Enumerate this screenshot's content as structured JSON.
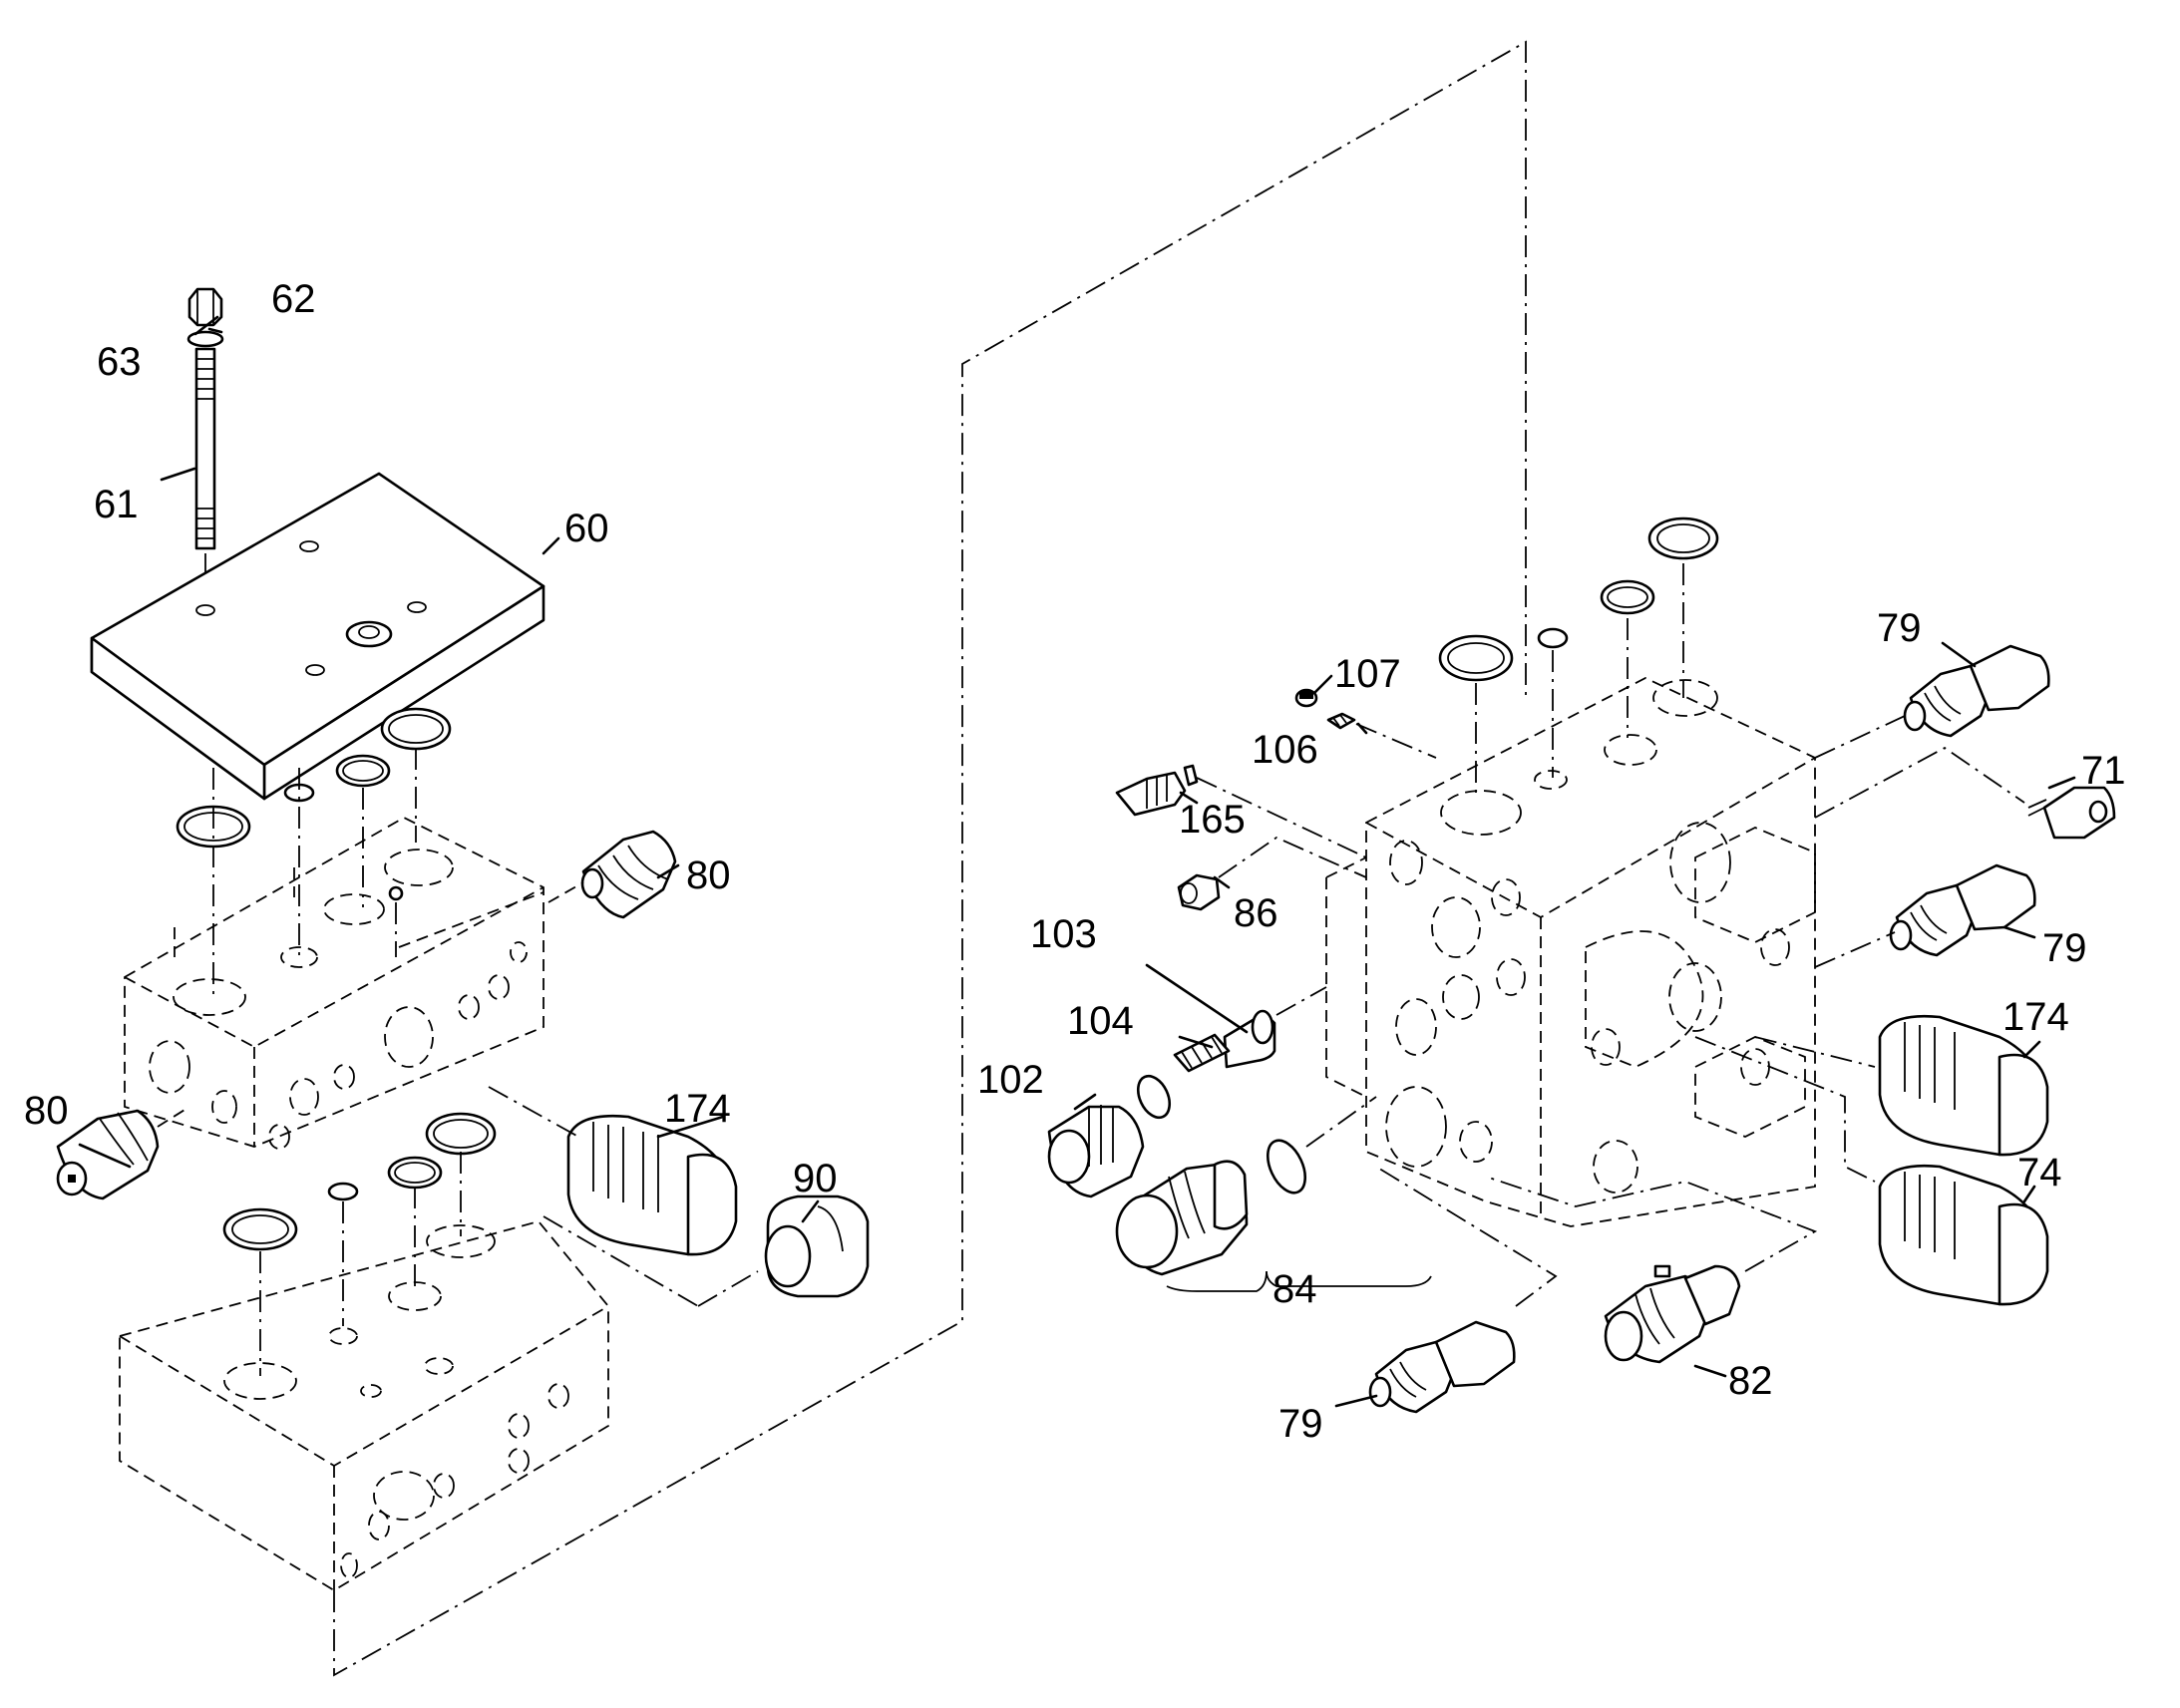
{
  "callouts": [
    {
      "id": "c61",
      "text": "61"
    },
    {
      "id": "c62",
      "text": "62"
    },
    {
      "id": "c63",
      "text": "63"
    },
    {
      "id": "c60",
      "text": "60"
    },
    {
      "id": "c80a",
      "text": "80"
    },
    {
      "id": "c80b",
      "text": "80"
    },
    {
      "id": "c174a",
      "text": "174"
    },
    {
      "id": "c90",
      "text": "90"
    },
    {
      "id": "c107",
      "text": "107"
    },
    {
      "id": "c106",
      "text": "106"
    },
    {
      "id": "c165",
      "text": "165"
    },
    {
      "id": "c86",
      "text": "86"
    },
    {
      "id": "c103",
      "text": "103"
    },
    {
      "id": "c104",
      "text": "104"
    },
    {
      "id": "c102",
      "text": "102"
    },
    {
      "id": "c84",
      "text": "84"
    },
    {
      "id": "c79a",
      "text": "79"
    },
    {
      "id": "c71",
      "text": "71"
    },
    {
      "id": "c79b",
      "text": "79"
    },
    {
      "id": "c174b",
      "text": "174"
    },
    {
      "id": "c74",
      "text": "74"
    },
    {
      "id": "c82",
      "text": "82"
    },
    {
      "id": "c79c",
      "text": "79"
    }
  ]
}
